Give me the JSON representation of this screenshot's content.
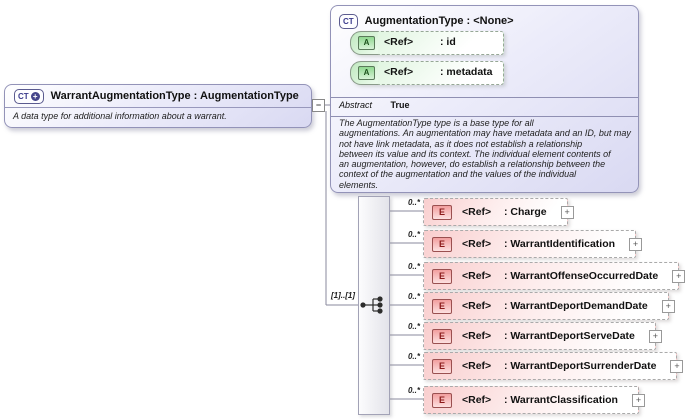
{
  "icons": {
    "collapse": "−",
    "expand": "+"
  },
  "main_type": {
    "icon_label": "CT",
    "icon_plus": "+",
    "title": "WarrantAugmentationType : AugmentationType",
    "annotation": "A data type for additional information about a warrant."
  },
  "base_type": {
    "icon_label": "CT",
    "title": "AugmentationType : <None>",
    "attributes": [
      {
        "icon_label": "A",
        "ref": "<Ref>",
        "name": ": id"
      },
      {
        "icon_label": "A",
        "ref": "<Ref>",
        "name": ": metadata"
      }
    ],
    "abstract_label": "Abstract",
    "abstract_value": "True",
    "documentation": "The AugmentationType type is a base type for all\naugmentations. An augmentation may have metadata and an ID, but may\nnot have link metadata, as it does not establish a relationship\nbetween its value and its context. The individual element contents of\nan augmentation, however, do establish a relationship between the\ncontext of the augmentation and the values of the individual\nelements."
  },
  "sequence": {
    "cardinality": "[1]..[1]"
  },
  "elements": [
    {
      "icon_label": "E",
      "cardinality": "0..*",
      "ref": "<Ref>",
      "name": ": Charge"
    },
    {
      "icon_label": "E",
      "cardinality": "0..*",
      "ref": "<Ref>",
      "name": ": WarrantIdentification"
    },
    {
      "icon_label": "E",
      "cardinality": "0..*",
      "ref": "<Ref>",
      "name": ": WarrantOffenseOccurredDate"
    },
    {
      "icon_label": "E",
      "cardinality": "0..*",
      "ref": "<Ref>",
      "name": ": WarrantDeportDemandDate"
    },
    {
      "icon_label": "E",
      "cardinality": "0..*",
      "ref": "<Ref>",
      "name": ": WarrantDeportServeDate"
    },
    {
      "icon_label": "E",
      "cardinality": "0..*",
      "ref": "<Ref>",
      "name": ": WarrantDeportSurrenderDate"
    },
    {
      "icon_label": "E",
      "cardinality": "0..*",
      "ref": "<Ref>",
      "name": ": WarrantClassification"
    }
  ],
  "colors": {
    "lavender": "#d9d9f2",
    "green": "#bfe8bf",
    "pink": "#f9cece",
    "box_border": "#9393b8"
  }
}
